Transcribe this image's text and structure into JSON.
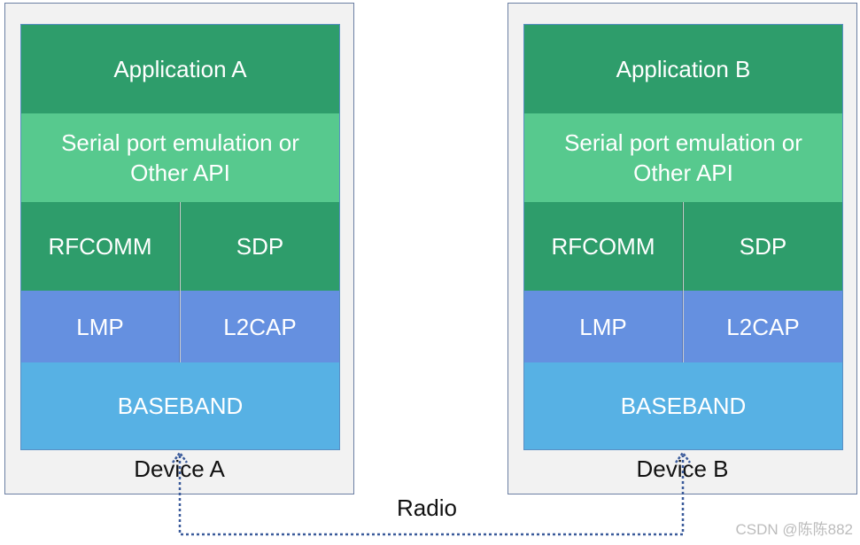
{
  "devices": [
    {
      "label": "Device A",
      "layers": {
        "application": "Application A",
        "serial": "Serial port emulation or\nOther API",
        "rfcomm": "RFCOMM",
        "sdp": "SDP",
        "lmp": "LMP",
        "l2cap": "L2CAP",
        "baseband": "BASEBAND"
      }
    },
    {
      "label": "Device B",
      "layers": {
        "application": "Application B",
        "serial": "Serial port emulation or\nOther API",
        "rfcomm": "RFCOMM",
        "sdp": "SDP",
        "lmp": "LMP",
        "l2cap": "L2CAP",
        "baseband": "BASEBAND"
      }
    }
  ],
  "link": {
    "label": "Radio",
    "color": "#3a5a9a"
  },
  "colors": {
    "application": "#2e9d6b",
    "serial": "#57c98e",
    "protocol": "#2e9d6b",
    "link_layer": "#6590e0",
    "baseband": "#57b1e4",
    "device_bg": "#f2f2f2"
  },
  "watermark": "CSDN @陈陈882"
}
